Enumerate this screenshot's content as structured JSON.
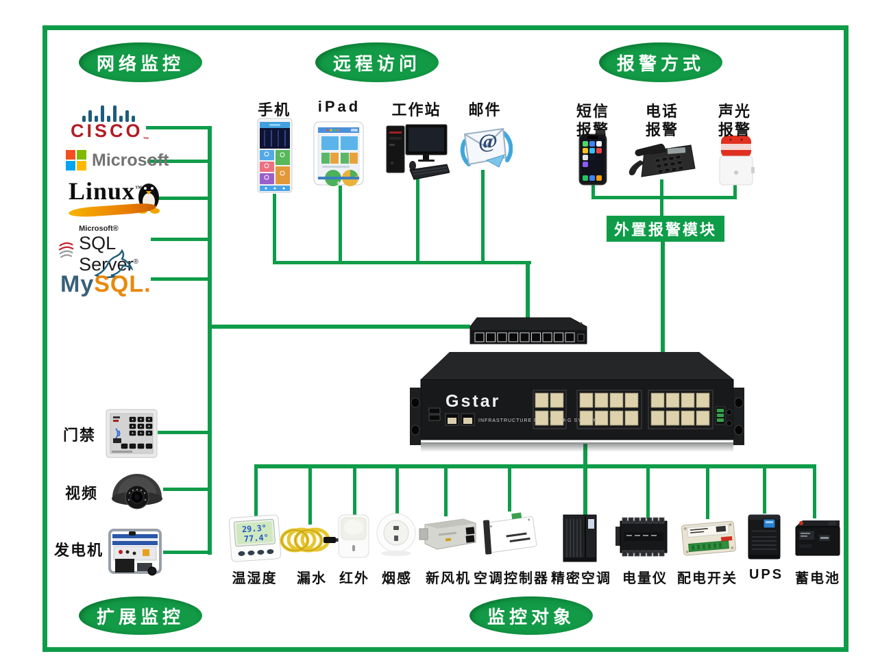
{
  "colors": {
    "accent_green": "#0e9c49",
    "oval_green": "#129a46"
  },
  "sections": {
    "network_monitoring": {
      "label": "网络监控"
    },
    "remote_access": {
      "label": "远程访问"
    },
    "alarm_methods": {
      "label": "报警方式"
    },
    "extended_monitoring": {
      "label": "扩展监控"
    },
    "monitored_objects": {
      "label": "监控对象"
    }
  },
  "logos": {
    "cisco": {
      "name": "CISCO",
      "tm": "™"
    },
    "microsoft": {
      "name": "Microsoft"
    },
    "linux": {
      "name": "Linux",
      "tm": "™"
    },
    "sqlserver": {
      "brand": "Microsoft®",
      "name": "SQL Server",
      "tm": "®"
    },
    "mysql": {
      "my": "My",
      "sql": "SQL",
      "dot": "."
    }
  },
  "remote_access": {
    "items": [
      {
        "label": "手机"
      },
      {
        "label": "iPad"
      },
      {
        "label": "工作站"
      },
      {
        "label": "邮件"
      }
    ]
  },
  "alarms": {
    "items": [
      {
        "line1": "短信",
        "line2": "报警"
      },
      {
        "line1": "电话",
        "line2": "报警"
      },
      {
        "line1": "声光",
        "line2": "报警"
      }
    ],
    "module_label": "外置报警模块"
  },
  "gateway": {
    "brand": "Gstar",
    "subtitle": "INFRASTRUCTURE MONITORING SYSTEM"
  },
  "extended": {
    "items": [
      {
        "label": "门禁"
      },
      {
        "label": "视频"
      },
      {
        "label": "发电机"
      }
    ]
  },
  "sensors": {
    "items": [
      {
        "label": "温湿度"
      },
      {
        "label": "漏水"
      },
      {
        "label": "红外"
      },
      {
        "label": "烟感"
      },
      {
        "label": "新风机"
      },
      {
        "label": "空调控制器"
      },
      {
        "label": "精密空调"
      },
      {
        "label": "电量仪"
      },
      {
        "label": "配电开关"
      },
      {
        "label": "UPS"
      },
      {
        "label": "蓄电池"
      }
    ]
  },
  "temp_display": {
    "line1": "29.3°",
    "line2": "77.4°"
  },
  "icons": {
    "email_at": "@"
  }
}
